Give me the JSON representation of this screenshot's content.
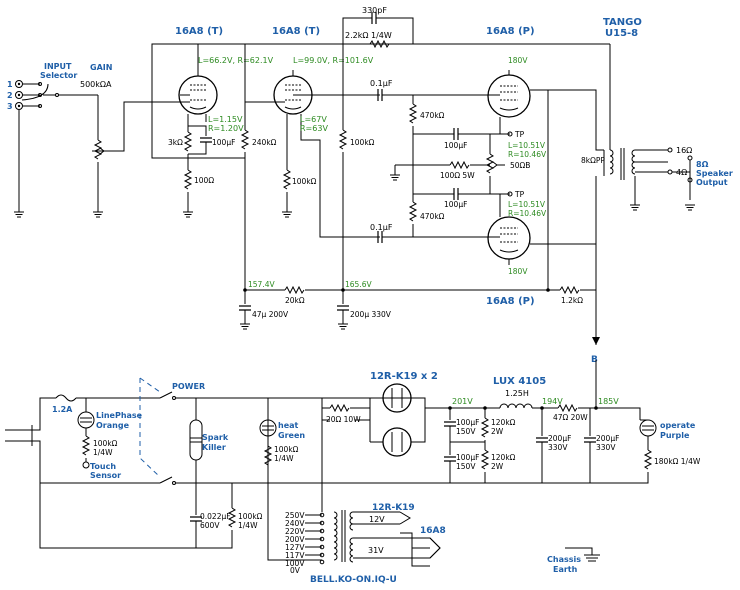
{
  "amp": {
    "tube_v1": "16A8 (T)",
    "tube_v2": "16A8 (T)",
    "tube_p_top": "16A8 (P)",
    "tube_p_bottom": "16A8 (P)",
    "transformer_name": "TANGO",
    "transformer_model": "U15-8",
    "input_title": "INPUT",
    "input_sub": "Selector",
    "input_nums": [
      "1",
      "2",
      "3"
    ],
    "gain_label": "GAIN",
    "pot": "500kΩA",
    "c_feedback": "330pF",
    "r_feedback": "2.2kΩ 1/4W",
    "v1_volts": "L=66.2V, R=62.1V",
    "v2_volts": "L=99.0V, R=101.6V",
    "v1_cath_l": "L=1.15V",
    "v1_cath_r": "R=1.20V",
    "v2_cath_l": "L=67V",
    "v2_cath_r": "R=63V",
    "r_3k": "3kΩ",
    "c_100u_a": "100µF",
    "r_100_a": "100Ω",
    "r_240k": "240kΩ",
    "r_100k_a": "100kΩ",
    "r_100k_b": "100kΩ",
    "c_coup_top": "0.1µF",
    "c_coup_bot": "0.1µF",
    "r_470k_top": "470kΩ",
    "r_470k_bot": "470kΩ",
    "c_100u_tp1": "100µF",
    "c_100u_tp2": "100µF",
    "tp1": "TP",
    "tp2": "TP",
    "tp1_l": "L=10.51V",
    "tp1_r": "R=10.46V",
    "tp2_l": "L=10.51V",
    "tp2_r": "R=10.46V",
    "r_100_5w": "100Ω 5W",
    "r_50b": "50ΩB",
    "v_180_top": "180V",
    "v_180_bot": "180V",
    "pp_imp": "8kΩPP",
    "out_16": "16Ω",
    "out_4": "4Ω",
    "spk_8": "8Ω",
    "spk_a": "Speaker",
    "spk_b": "Output",
    "v_157": "157.4V",
    "v_165": "165.6V",
    "r_20k": "20kΩ",
    "c_47u": "47µ 200V",
    "c_200u_a": "200µ 330V",
    "r_1k2": "1.2kΩ",
    "node_b": "B"
  },
  "psu": {
    "fuse": "1.2A",
    "power": "POWER",
    "linephase_a": "LinePhase",
    "linephase_b": "Orange",
    "r_100k_lp": "100kΩ",
    "w_lp": "1/4W",
    "touch_a": "Touch",
    "touch_b": "Sensor",
    "spark_a": "Spark",
    "spark_b": "Killer",
    "heat_a": "heat",
    "heat_b": "Green",
    "r_100k_heat": "100kΩ",
    "w_heat": "1/4W",
    "c_022": "0.022µF",
    "c_022_v": "600V",
    "r_100k_x": "100kΩ",
    "w_x": "1/4W",
    "taps": [
      "250V",
      "240V",
      "220V",
      "200V",
      "127V",
      "117V",
      "100V",
      "0V"
    ],
    "pt_name": "BELL.KO-ON.IQ-U",
    "rect_top": "12R-K19 x 2",
    "rect_bot": "12R-K19",
    "heater_tube": "16A8",
    "v_12": "12V",
    "v_31": "31V",
    "r_20_10w": "20Ω 10W",
    "choke_name": "LUX 4105",
    "choke_val": "1.25H",
    "v_201": "201V",
    "v_194": "194V",
    "v_185": "185V",
    "r_47_20w": "47Ω 20W",
    "c_100u_150_a": "100µF",
    "c_150_a": "150V",
    "c_100u_150_b": "100µF",
    "c_150_b": "150V",
    "r_120k_a": "120kΩ",
    "r_120k_a_w": "2W",
    "r_120k_b": "120kΩ",
    "r_120k_b_w": "2W",
    "c_200u_b": "200µF",
    "c_200u_b_v": "330V",
    "c_200u_c": "200µF",
    "c_200u_c_v": "330V",
    "operate_a": "operate",
    "operate_b": "Purple",
    "r_180k": "180kΩ 1/4W",
    "chassis_a": "Chassis",
    "chassis_b": "Earth"
  }
}
